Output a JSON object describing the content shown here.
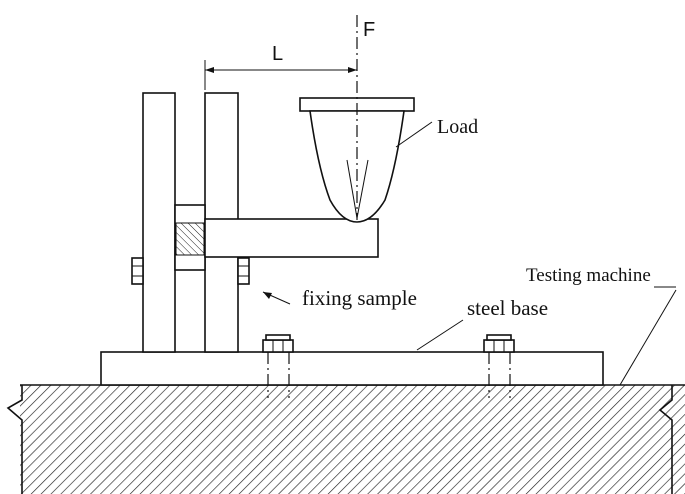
{
  "labels": {
    "force": "F",
    "length": "L",
    "load": "Load",
    "fixing_sample": "fixing sample",
    "steel_base": "steel base",
    "testing_machine": "Testing machine"
  },
  "colors": {
    "line": "#111111",
    "background": "#ffffff"
  }
}
